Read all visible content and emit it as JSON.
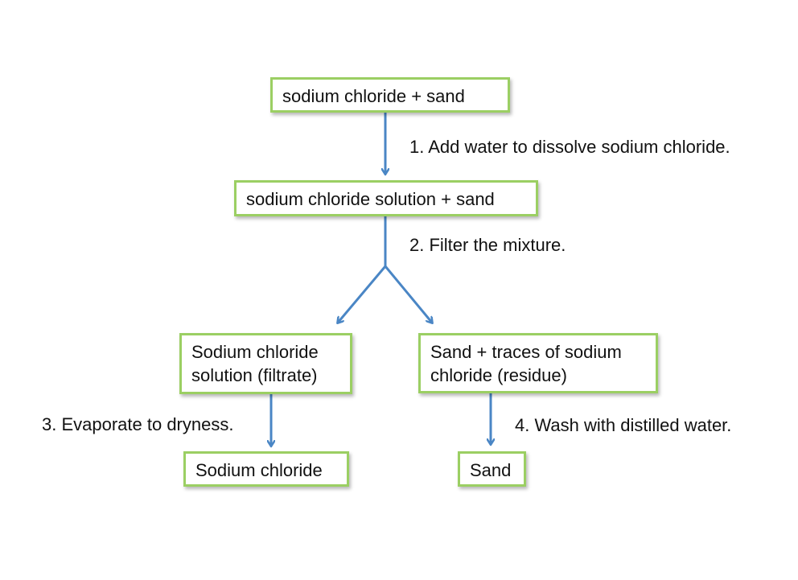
{
  "nodes": {
    "mixture": "sodium chloride + sand",
    "solution_sand": "sodium chloride solution + sand",
    "filtrate_line1": "Sodium chloride",
    "filtrate_line2": "solution (filtrate)",
    "residue_line1": "Sand + traces of sodium",
    "residue_line2": "chloride (residue)",
    "sodium_chloride": "Sodium chloride",
    "sand": "Sand"
  },
  "steps": {
    "step1": "1. Add water to dissolve sodium chloride.",
    "step2": "2. Filter the mixture.",
    "step3": "3. Evaporate to dryness.",
    "step4": "4. Wash with distilled water."
  },
  "colors": {
    "box_border": "#9bcf63",
    "arrow": "#4a86c5"
  }
}
